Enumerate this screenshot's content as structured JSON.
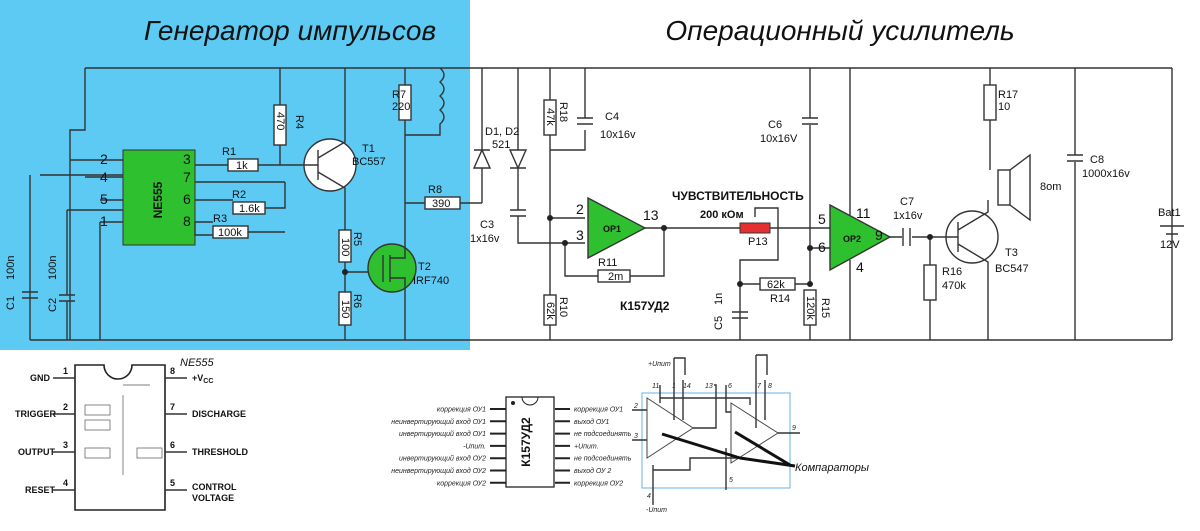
{
  "titles": {
    "generator": "Генератор импульсов",
    "amplifier": "Операционный усилитель"
  },
  "colors": {
    "highlight": "#5ccaf2",
    "chip": "#2ec02e",
    "pot": "#e53030"
  },
  "ne555": {
    "label": "NE555",
    "pins_left": [
      "2",
      "4",
      "5",
      "1"
    ],
    "pins_right": [
      "3",
      "7",
      "6",
      "8"
    ]
  },
  "components": {
    "r1": {
      "name": "R1",
      "value": "1k"
    },
    "r2": {
      "name": "R2",
      "value": "1.6k"
    },
    "r3": {
      "name": "R3",
      "value": "100k"
    },
    "r4": {
      "name": "R4",
      "value": "470"
    },
    "r5": {
      "name": "R5",
      "value": "100"
    },
    "r6": {
      "name": "R6",
      "value": "150"
    },
    "r7": {
      "name": "R7",
      "value": "220"
    },
    "r8": {
      "name": "R8",
      "value": "390"
    },
    "t1": {
      "name": "T1",
      "value": "BC557"
    },
    "t2": {
      "name": "T2",
      "value": "IRF740"
    },
    "c1": {
      "name": "C1",
      "value": "100n"
    },
    "c2": {
      "name": "C2",
      "value": "100n"
    },
    "d": {
      "name": "D1, D2",
      "value": "521"
    },
    "c3": {
      "name": "C3",
      "value": "1x16v"
    },
    "r18": {
      "name": "R18",
      "value": "47k"
    },
    "c4": {
      "name": "C4",
      "value": "10x16v"
    },
    "r10": {
      "name": "R10",
      "value": "62k"
    },
    "op1": {
      "name": "OP1",
      "pins": [
        "2",
        "3",
        "13"
      ]
    },
    "r11": {
      "name": "R11",
      "value": "2m"
    },
    "ic": "К157УД2",
    "sens": "ЧУВСТВИТЕЛЬНОСТЬ",
    "p13": {
      "name": "P13",
      "value": "200 кОм"
    },
    "c5": {
      "name": "C5",
      "value": "1n"
    },
    "r14": {
      "name": "R14",
      "value": "62k"
    },
    "r15": {
      "name": "R15",
      "value": "120k"
    },
    "c6": {
      "name": "C6",
      "value": "10x16V"
    },
    "op2": {
      "name": "OP2",
      "pins": [
        "5",
        "6",
        "11",
        "4",
        "9"
      ]
    },
    "c7": {
      "name": "C7",
      "value": "1x16v"
    },
    "r16": {
      "name": "R16",
      "value": "470k"
    },
    "t3": {
      "name": "T3",
      "value": "BC547"
    },
    "r17": {
      "name": "R17",
      "value": "10"
    },
    "spk": {
      "value": "8om"
    },
    "c8": {
      "name": "C8",
      "value": "1000x16v"
    },
    "bat": {
      "name": "Bat1",
      "value": "12V"
    }
  },
  "ne555_pinout": {
    "title": "NE555",
    "left": [
      {
        "num": "1",
        "label": "GND"
      },
      {
        "num": "2",
        "label": "TRIGGER"
      },
      {
        "num": "3",
        "label": "OUTPUT"
      },
      {
        "num": "4",
        "label": "RESET"
      }
    ],
    "right": [
      {
        "num": "8",
        "label": "+V"
      },
      {
        "num": "7",
        "label": "DISCHARGE"
      },
      {
        "num": "6",
        "label": "THRESHOLD"
      },
      {
        "num": "5",
        "label": "CONTROL"
      }
    ],
    "vcc_sub": "CC",
    "control2": "VOLTAGE"
  },
  "k157_pinout": {
    "chip": "К157УД2",
    "left": [
      "коррекция ОУ1",
      "неинвертирующий вход ОУ1",
      "инвертирующий вход ОУ1",
      "-Uпит.",
      "инвертирующий вход ОУ2",
      "неинвертирующий вход ОУ2",
      "коррекция ОУ2"
    ],
    "right": [
      "коррекция ОУ1",
      "выход ОУ1",
      "не подсоединять",
      "+Uпит.",
      "не подсоединять",
      "выход ОУ 2",
      "коррекция ОУ2"
    ]
  },
  "comparator_diagram": {
    "top_pins": [
      "11",
      "1",
      "14",
      "13",
      "6",
      "7",
      "8"
    ],
    "side_pins": [
      "2",
      "3",
      "9",
      "4",
      "5"
    ],
    "vplus": "+Uпит",
    "vminus": "-Uпит",
    "label": "Компараторы"
  }
}
